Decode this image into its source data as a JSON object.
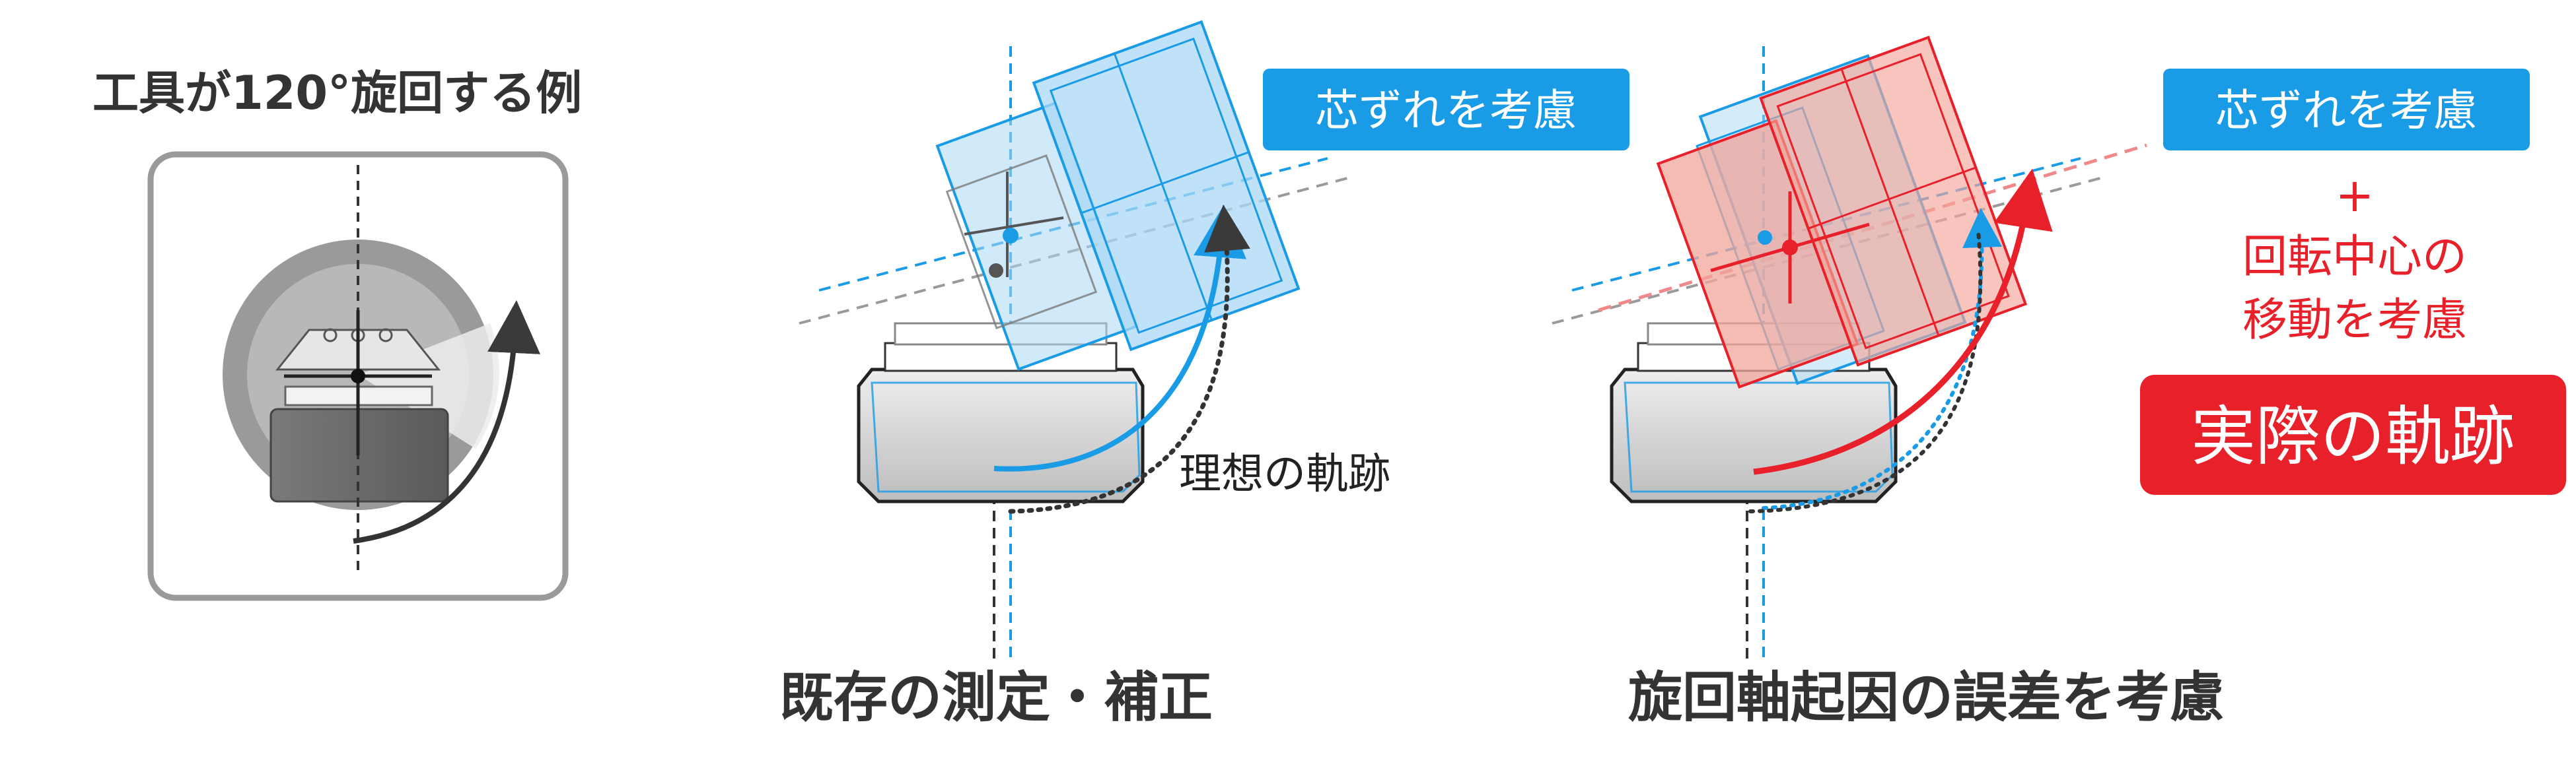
{
  "panel_left": {
    "title": "工具が120°旋回する例"
  },
  "panel_middle": {
    "badge": "芯ずれを考慮",
    "path_label": "理想の軌跡",
    "caption": "既存の測定・補正"
  },
  "panel_right": {
    "badge": "芯ずれを考慮",
    "plus": "+",
    "note_line1": "回転中心の",
    "note_line2": "移動を考慮",
    "actual_badge": "実際の軌跡",
    "caption": "旋回軸起因の誤差を考慮"
  },
  "colors": {
    "blue": "#1a9be6",
    "blue_fill": "#a9d8f6",
    "red": "#e8202a",
    "red_fill": "#f2a69a",
    "gray_dark": "#3a3a3a",
    "gray_mid": "#9a9a9a",
    "gray_light": "#d9d9d9"
  }
}
